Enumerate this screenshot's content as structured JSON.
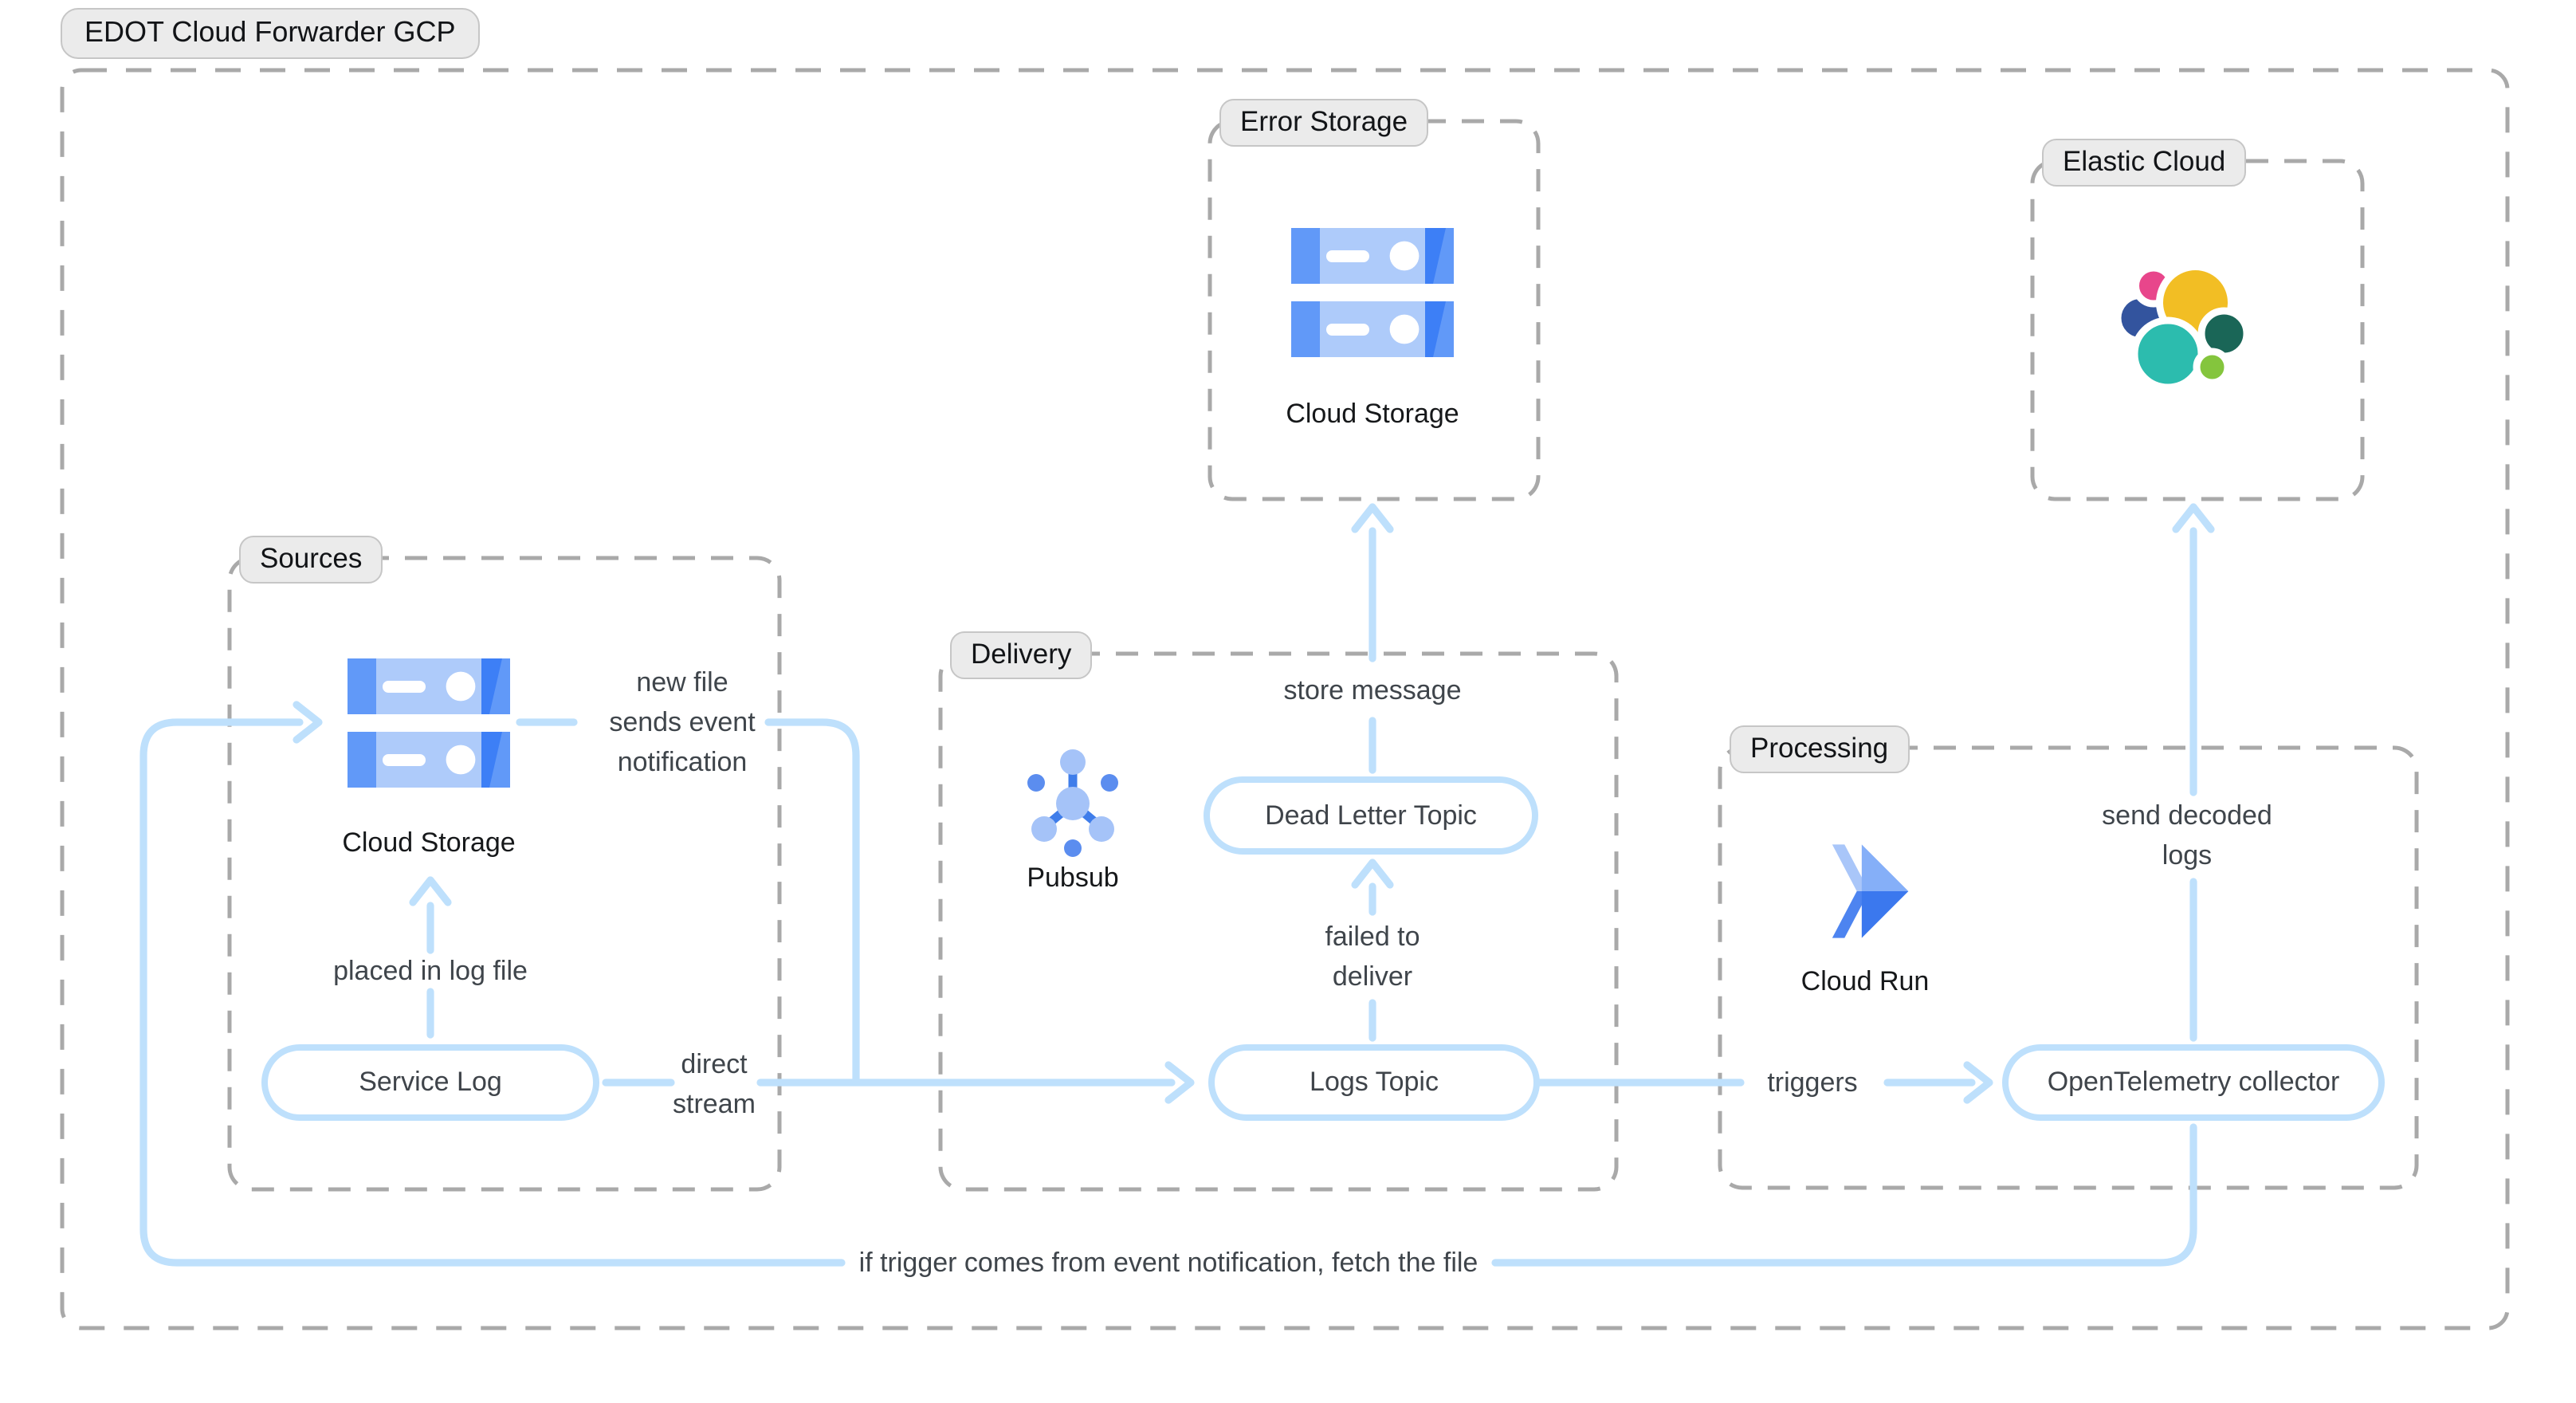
{
  "title": "EDOT Cloud Forwarder GCP",
  "groups": {
    "sources": "Sources",
    "delivery": "Delivery",
    "error_storage": "Error Storage",
    "processing": "Processing",
    "elastic_cloud": "Elastic Cloud"
  },
  "nodes": {
    "cloud_storage_sources": "Cloud Storage",
    "service_log": "Service Log",
    "pubsub": "Pubsub",
    "dead_letter_topic": "Dead Letter Topic",
    "logs_topic": "Logs Topic",
    "cloud_storage_error": "Cloud Storage",
    "cloud_run": "Cloud Run",
    "otel_collector": "OpenTelemetry collector"
  },
  "edge_labels": {
    "new_file": "new file\nsends event\nnotification",
    "placed_in_log": "placed in log file",
    "direct_stream": "direct\nstream",
    "store_message": "store message",
    "failed_to_deliver": "failed to\ndeliver",
    "triggers": "triggers",
    "send_decoded": "send decoded\nlogs",
    "fetch_file": "if trigger comes from event notification, fetch the file"
  },
  "icons": {
    "cloud_storage": "cloud-storage-icon",
    "pubsub": "pubsub-icon",
    "cloud_run": "cloud-run-icon",
    "elastic": "elastic-logo-icon"
  },
  "colors": {
    "connector_blue": "#BEE0FC",
    "group_border_gray": "#A9A9A9",
    "tag_bg": "#EBEBEB",
    "tag_border": "#C6C6C6",
    "text_dark": "#3F444A",
    "gcp_blue_light": "#AECBFA",
    "gcp_blue_mid": "#6199F8",
    "gcp_blue_dark": "#3D7FF6",
    "pubsub_light": "#A5C3F8",
    "pubsub_dark": "#5B8DEF",
    "elastic_yellow": "#F2BE24",
    "elastic_pink": "#E8468B",
    "elastic_navy": "#33549E",
    "elastic_teal": "#2CBCAE",
    "elastic_green_dark": "#1A6657",
    "elastic_green_light": "#84C53D"
  }
}
